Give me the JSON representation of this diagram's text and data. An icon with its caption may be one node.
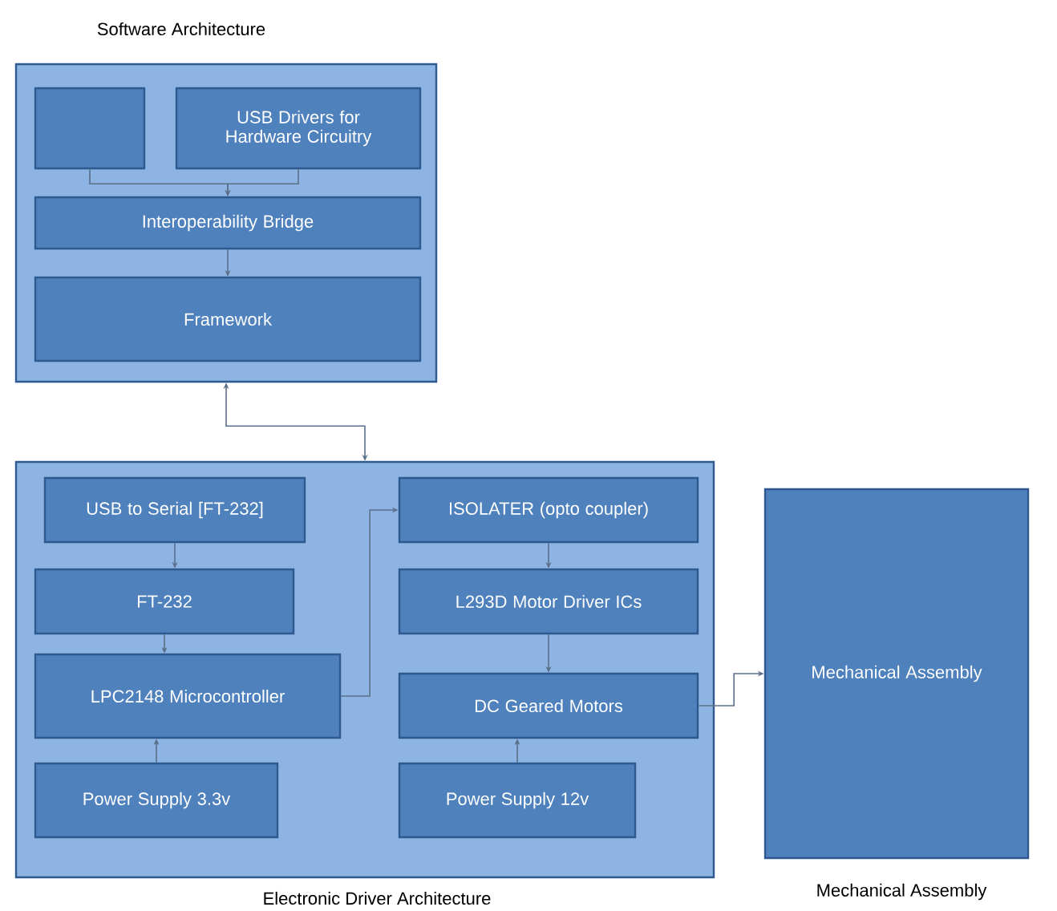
{
  "diagram": {
    "nodes": [
      {
        "text": [
          "Software Architecture"
        ]
      },
      {
        "text": [],
        "shape": "box",
        "in": 0
      },
      {
        "text": [
          "USB Drivers for Hardware Circuitry"
        ],
        "in": 0
      },
      {
        "text": [
          "Interoperability Bridge"
        ],
        "in": 0
      },
      {
        "text": [
          "Framework"
        ],
        "in": 0
      },
      {
        "text": [
          "Electronic Driver Architecture"
        ]
      },
      {
        "text": [
          "USB to Serial [FT-232]"
        ],
        "in": 5
      },
      {
        "text": [
          "FT-232"
        ],
        "in": 5
      },
      {
        "text": [
          "LPC2148 Microcontroller"
        ],
        "in": 5
      },
      {
        "text": [
          "Power Supply 3.3v"
        ],
        "in": 5
      },
      {
        "text": [
          "ISOLATER (opto coupler)"
        ],
        "in": 5
      },
      {
        "text": [
          "L293D Motor Driver ICs"
        ],
        "in": 5
      },
      {
        "text": [
          "DC Geared Motors"
        ],
        "in": 5
      },
      {
        "text": [
          "Power Supply 12v"
        ],
        "in": 5
      },
      {
        "text": [
          "Mechanical Assembly",
          "Mechanical Assembly"
        ]
      }
    ],
    "edges": [
      {
        "from": 1,
        "to": 3,
        "arrow": "to"
      },
      {
        "from": 2,
        "to": 3,
        "arrow": "to"
      },
      {
        "from": 3,
        "to": 4,
        "arrow": "to"
      },
      {
        "from": 0,
        "to": 5,
        "arrow": "both"
      },
      {
        "from": 6,
        "to": 7,
        "arrow": "to"
      },
      {
        "from": 7,
        "to": 8,
        "arrow": "to"
      },
      {
        "from": 8,
        "to": 10,
        "arrow": "to"
      },
      {
        "from": 10,
        "to": 11,
        "arrow": "to"
      },
      {
        "from": 11,
        "to": 12,
        "arrow": "to"
      },
      {
        "from": 9,
        "to": 8,
        "arrow": "to"
      },
      {
        "from": 13,
        "to": 12,
        "arrow": "to"
      },
      {
        "from": 12,
        "to": 14,
        "arrow": "to"
      }
    ]
  }
}
